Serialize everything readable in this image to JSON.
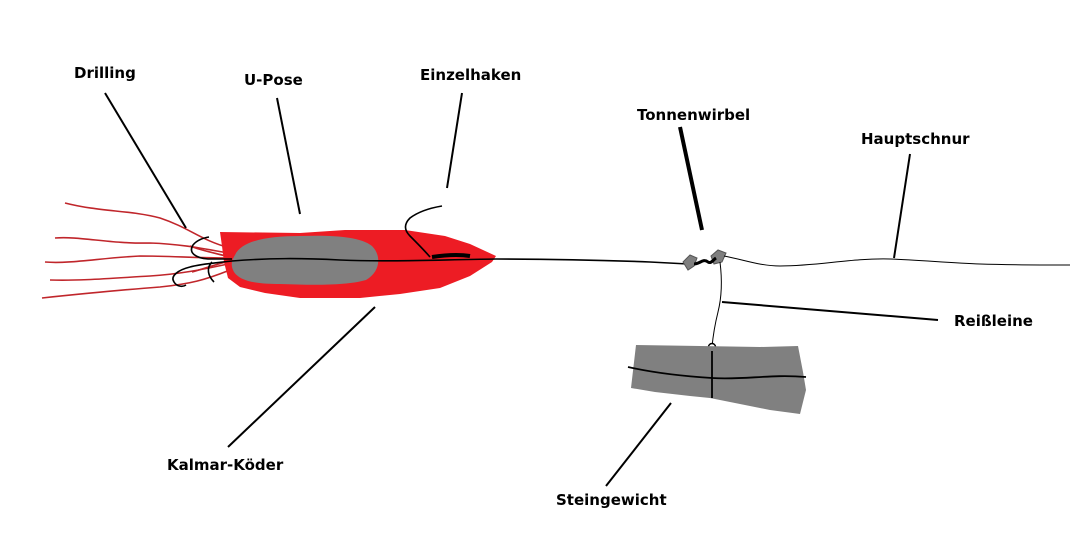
{
  "labels": {
    "drilling": "Drilling",
    "u_pose": "U-Pose",
    "einzelhaken": "Einzelhaken",
    "tonnenwirbel": "Tonnenwirbel",
    "hauptschnur": "Hauptschnur",
    "reissleine": "Reißleine",
    "kalmar_koeder": "Kalmar-Köder",
    "steingewicht": "Steingewicht"
  },
  "colors": {
    "squid_body": "#ed1c24",
    "squid_tentacles": "#c0262b",
    "u_pose": "#808080",
    "stone": "#808080",
    "swivel": "#7f7f7f",
    "lines": "#000000"
  }
}
